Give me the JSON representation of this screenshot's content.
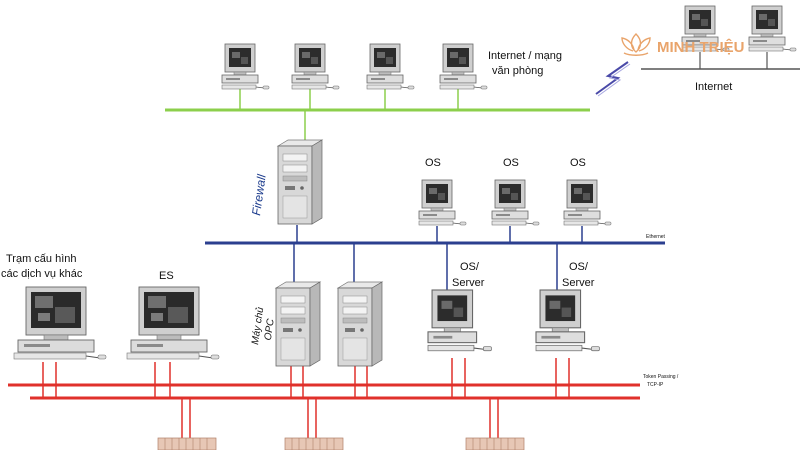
{
  "labels": {
    "internet_office": [
      "Internet / mạng",
      "văn phòng"
    ],
    "internet": "Internet",
    "firewall": "Firewall",
    "os": "OS",
    "os_server": [
      "OS/",
      "Server"
    ],
    "config_station": [
      "Trạm cấu hình",
      "các dịch vụ khác"
    ],
    "es": "ES",
    "opc_server": [
      "Máy chủ",
      "OPC"
    ],
    "ethernet": "Ethernet",
    "token_passing": [
      "Token Passing /",
      "TCP-IP"
    ]
  },
  "logo": {
    "text": "MINH TRIỆU",
    "color": "#e9a46b"
  },
  "colors": {
    "office_bus": "#8ccf4c",
    "internet_bus": "#555555",
    "ethernet_bus": "#2b3f8f",
    "control_bus": "#e0312b",
    "lightning": "#4a4aa8"
  }
}
